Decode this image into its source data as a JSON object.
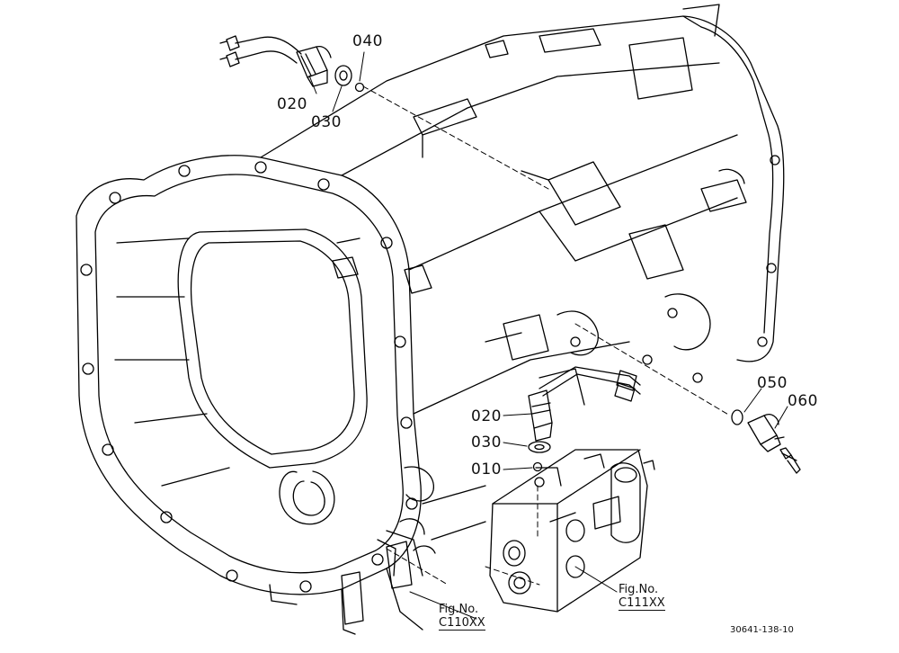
{
  "diagram": {
    "part_labels": {
      "top_020": "020",
      "top_030": "030",
      "top_040": "040",
      "mid_020": "020",
      "mid_030": "030",
      "mid_010": "010",
      "right_050": "050",
      "right_060": "060"
    },
    "figure_refs": [
      {
        "line1": "Fig.No.",
        "line2": "C110XX"
      },
      {
        "line1": "Fig.No.",
        "line2": "C111XX"
      }
    ],
    "drawing_code": "30641-138-10"
  }
}
